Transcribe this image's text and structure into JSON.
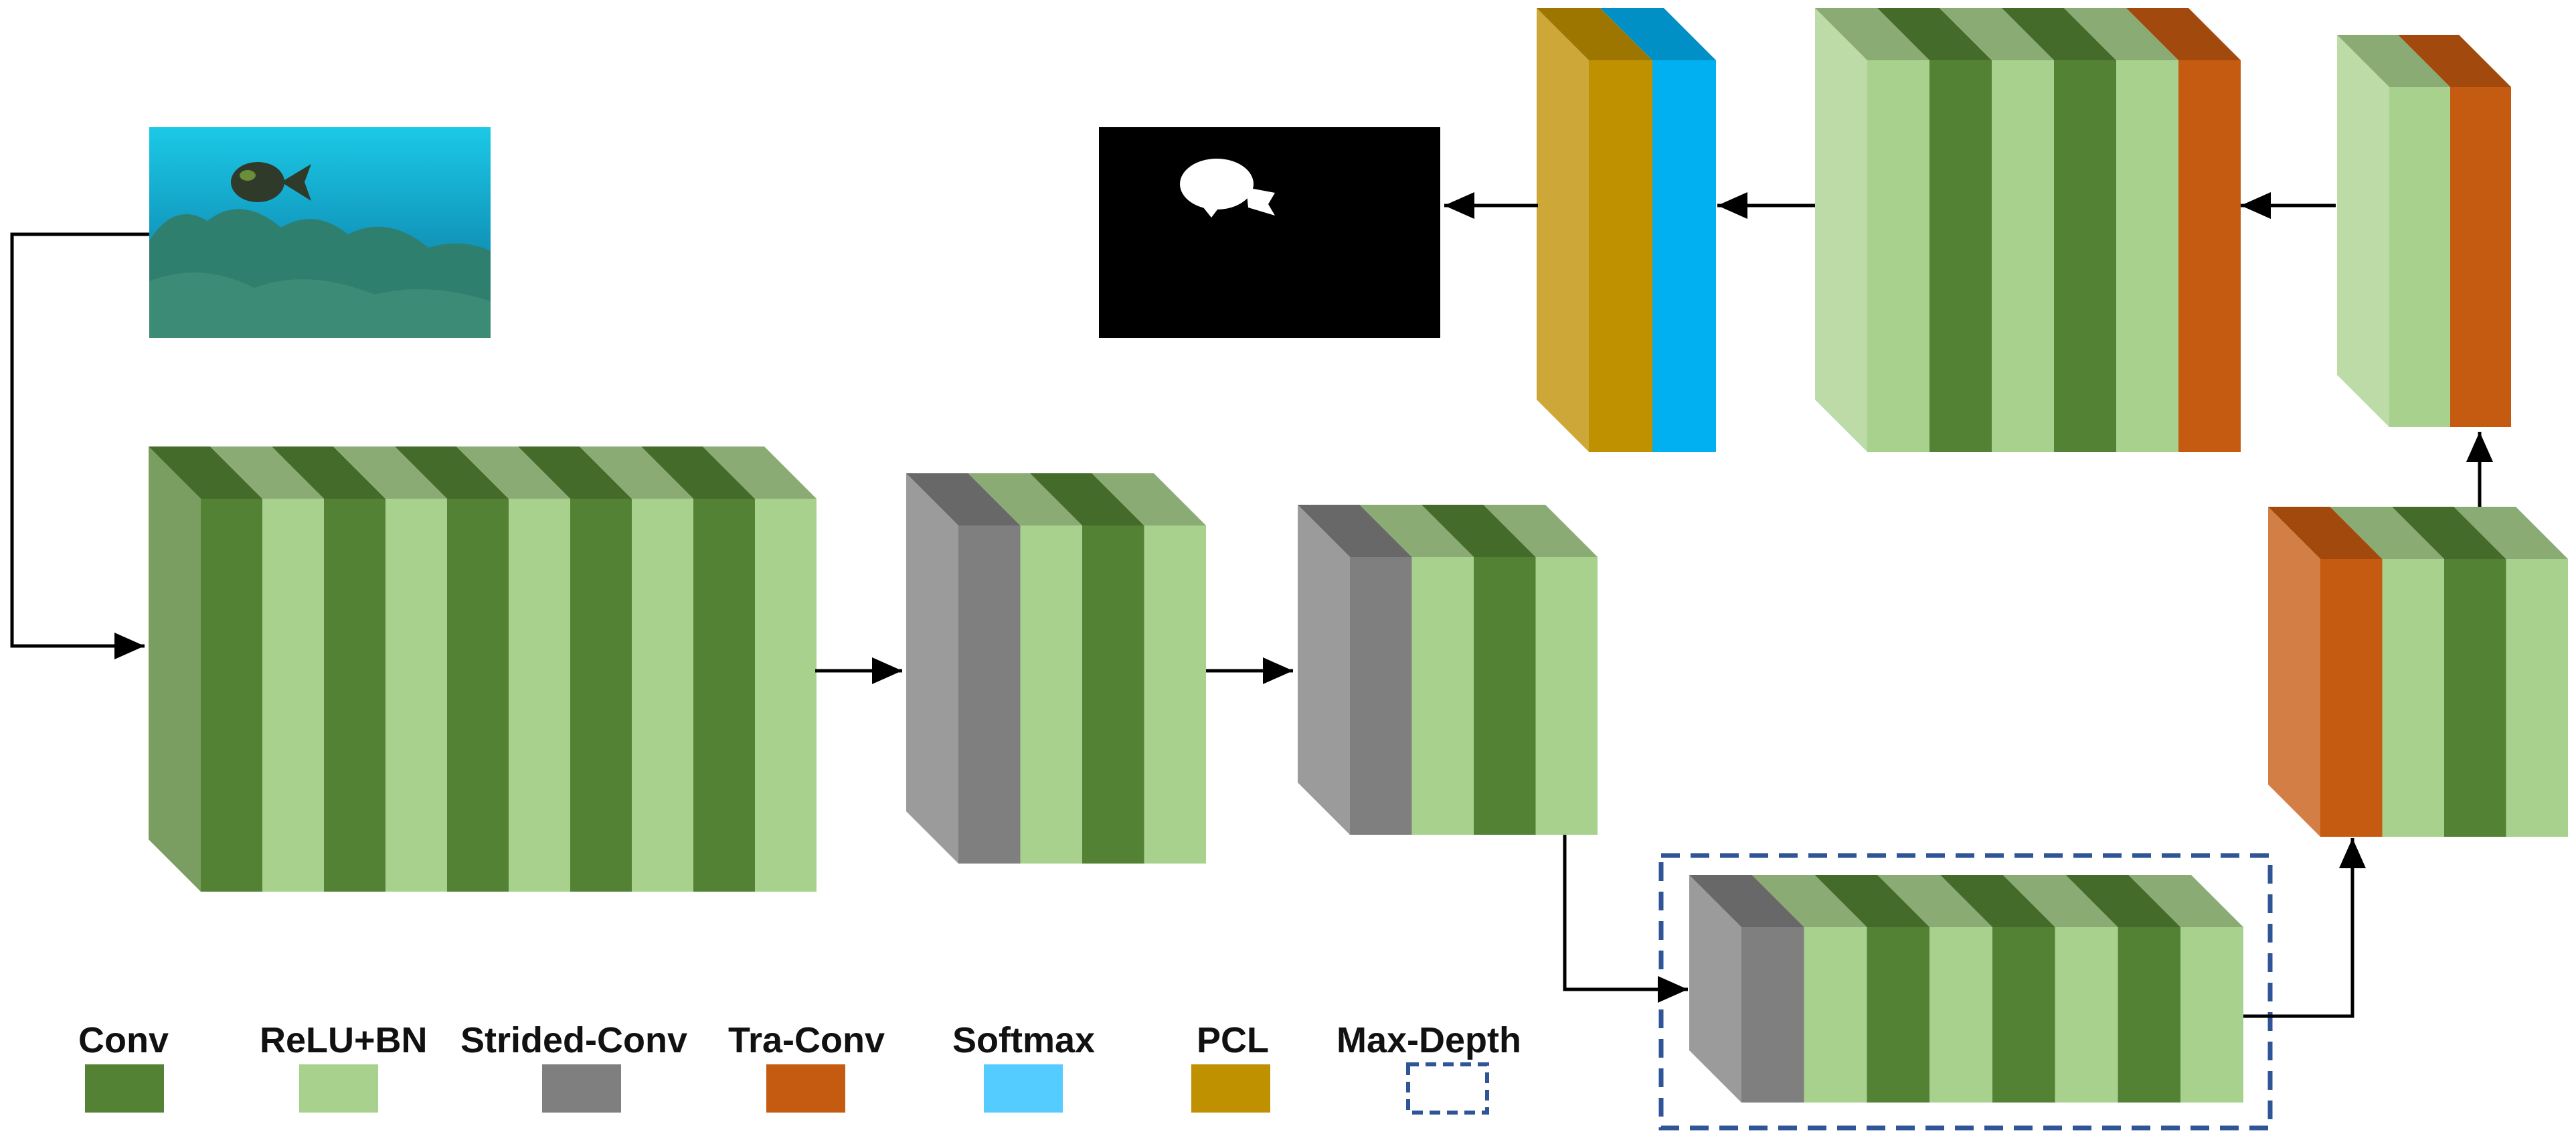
{
  "palette": {
    "conv": "#548235",
    "relu_bn": "#A9D18E",
    "strided_conv": "#7F7F7F",
    "tra_conv": "#C55A11",
    "softmax": "#00B0F0",
    "softmax_legend": "#55CCFF",
    "pcl": "#BF9000",
    "max_depth_border": "#2F5597",
    "output_mask_bg": "#000000",
    "arrow": "#000000"
  },
  "legend": [
    {
      "key": "conv",
      "label": "Conv"
    },
    {
      "key": "relu_bn",
      "label": "ReLU+BN"
    },
    {
      "key": "strided_conv",
      "label": "Strided-Conv"
    },
    {
      "key": "tra_conv",
      "label": "Tra-Conv"
    },
    {
      "key": "softmax",
      "label": "Softmax"
    },
    {
      "key": "pcl",
      "label": "PCL"
    },
    {
      "key": "max_depth",
      "label": "Max-Depth"
    }
  ],
  "images": {
    "input": "underwater-photo-fish",
    "output": "segmentation-mask-fish"
  },
  "blocks": {
    "encoder_1": [
      "conv",
      "relu_bn",
      "conv",
      "relu_bn",
      "conv",
      "relu_bn",
      "conv",
      "relu_bn",
      "conv",
      "relu_bn"
    ],
    "encoder_2": [
      "strided_conv",
      "relu_bn",
      "conv",
      "relu_bn"
    ],
    "encoder_3": [
      "strided_conv",
      "relu_bn",
      "conv",
      "relu_bn"
    ],
    "bottleneck": [
      "strided_conv",
      "relu_bn",
      "conv",
      "relu_bn",
      "conv",
      "relu_bn",
      "conv",
      "relu_bn"
    ],
    "decoder_1": [
      "tra_conv",
      "relu_bn",
      "conv",
      "relu_bn"
    ],
    "decoder_2": [
      "relu_bn",
      "tra_conv"
    ],
    "decoder_3": [
      "relu_bn",
      "conv",
      "relu_bn",
      "conv",
      "relu_bn",
      "tra_conv"
    ],
    "head": [
      "pcl",
      "softmax"
    ]
  }
}
